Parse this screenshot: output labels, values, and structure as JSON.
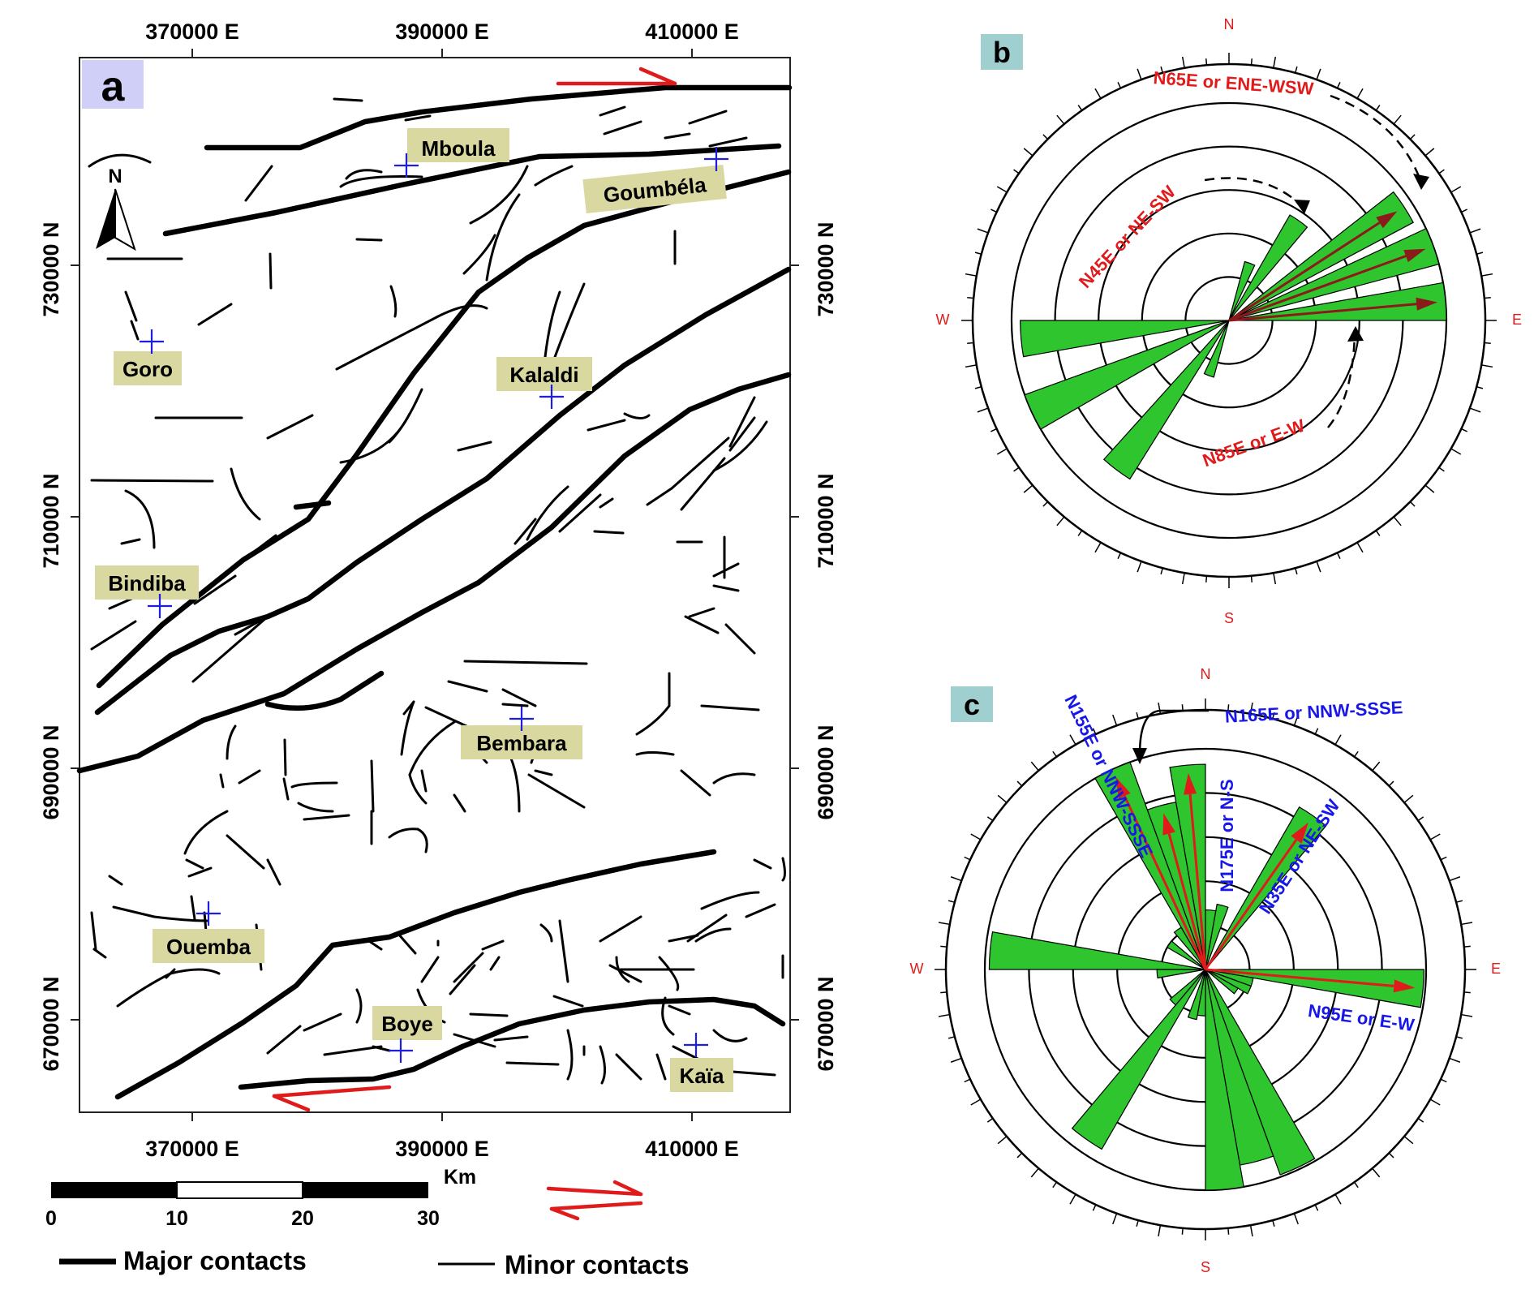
{
  "colors": {
    "fault_color": "#000000",
    "label_bg": "#d8d8a0",
    "panel_tag_a_bg": "#d0cff8",
    "panel_tag_bc_bg": "#9fcfcf",
    "rose_petal": "#2ec52e",
    "arrow_dark_red": "#8b1a1a",
    "arrow_red": "#e01b1b",
    "text_red": "#e01b1b",
    "text_blue": "#1717e8",
    "station_cross": "#1e1ee0"
  },
  "panel_a": {
    "tag": "a",
    "x_ticks_top": [
      "370000 E",
      "390000 E",
      "410000 E"
    ],
    "x_ticks_bottom": [
      "370000 E",
      "390000 E",
      "410000 E"
    ],
    "y_ticks_left": [
      "730000 N",
      "710000 N",
      "690000 N",
      "670000 N"
    ],
    "y_ticks_right": [
      "730000 N",
      "710000 N",
      "690000 N",
      "670000 N"
    ],
    "north_label": "N",
    "north_icon": "north-arrow-icon",
    "localities": [
      {
        "name": "Mboula"
      },
      {
        "name": "Goumbéla"
      },
      {
        "name": "Goro"
      },
      {
        "name": "Kalaldi"
      },
      {
        "name": "Bindiba"
      },
      {
        "name": "Bembara"
      },
      {
        "name": "Ouemba"
      },
      {
        "name": "Boye"
      },
      {
        "name": "Kaïa"
      }
    ],
    "scale_bar": {
      "unit": "Km",
      "labels": [
        "0",
        "10",
        "20",
        "30"
      ]
    },
    "legend": {
      "major": "Major contacts",
      "minor": "Minor contacts"
    },
    "shear_sense_icon": "dextral-shear-arrows-icon"
  },
  "panel_b": {
    "tag": "b",
    "compass": {
      "N": "N",
      "E": "E",
      "S": "S",
      "W": "W"
    },
    "annotations": {
      "outer": "N65E or ENE-WSW",
      "inner": "N45E or NE-SW",
      "lower": "N85E or E-W"
    },
    "petals": [
      {
        "azimuth": 35,
        "length": 0.56
      },
      {
        "azimuth": 57,
        "length": 0.96
      },
      {
        "azimuth": 70,
        "length": 1.0
      },
      {
        "azimuth": 85,
        "length": 1.0
      },
      {
        "azimuth": 20,
        "length": 0.28
      },
      {
        "azimuth": 265,
        "length": 0.96
      },
      {
        "azimuth": 245,
        "length": 1.0
      },
      {
        "azimuth": 217,
        "length": 0.86
      },
      {
        "azimuth": 200,
        "length": 0.27
      }
    ]
  },
  "panel_c": {
    "tag": "c",
    "compass": {
      "N": "N",
      "E": "E",
      "S": "S",
      "W": "W"
    },
    "annotations": {
      "nnw": "N165E or NNW-SSSE",
      "n155": "N155E or NNW-SSSE",
      "n175": "N175E or N-S",
      "n35": "N35E or NE-SW",
      "n95": "N95E or E-W"
    },
    "petals": [
      {
        "azimuth": 335,
        "length": 1.0
      },
      {
        "azimuth": 345,
        "length": 0.77
      },
      {
        "azimuth": 355,
        "length": 0.93
      },
      {
        "azimuth": 35,
        "length": 0.85
      },
      {
        "azimuth": 15,
        "length": 0.3
      },
      {
        "azimuth": 5,
        "length": 0.27
      },
      {
        "azimuth": 325,
        "length": 0.22
      },
      {
        "azimuth": 305,
        "length": 0.2
      },
      {
        "azimuth": 275,
        "length": 0.98
      },
      {
        "azimuth": 265,
        "length": 0.22
      },
      {
        "azimuth": 95,
        "length": 0.99
      },
      {
        "azimuth": 105,
        "length": 0.22
      },
      {
        "azimuth": 115,
        "length": 0.22
      },
      {
        "azimuth": 125,
        "length": 0.17
      },
      {
        "azimuth": 155,
        "length": 0.99
      },
      {
        "azimuth": 165,
        "length": 0.9
      },
      {
        "azimuth": 175,
        "length": 1.0
      },
      {
        "azimuth": 185,
        "length": 0.21
      },
      {
        "azimuth": 195,
        "length": 0.23
      },
      {
        "azimuth": 215,
        "length": 0.94
      },
      {
        "azimuth": 225,
        "length": 0.21
      }
    ]
  }
}
